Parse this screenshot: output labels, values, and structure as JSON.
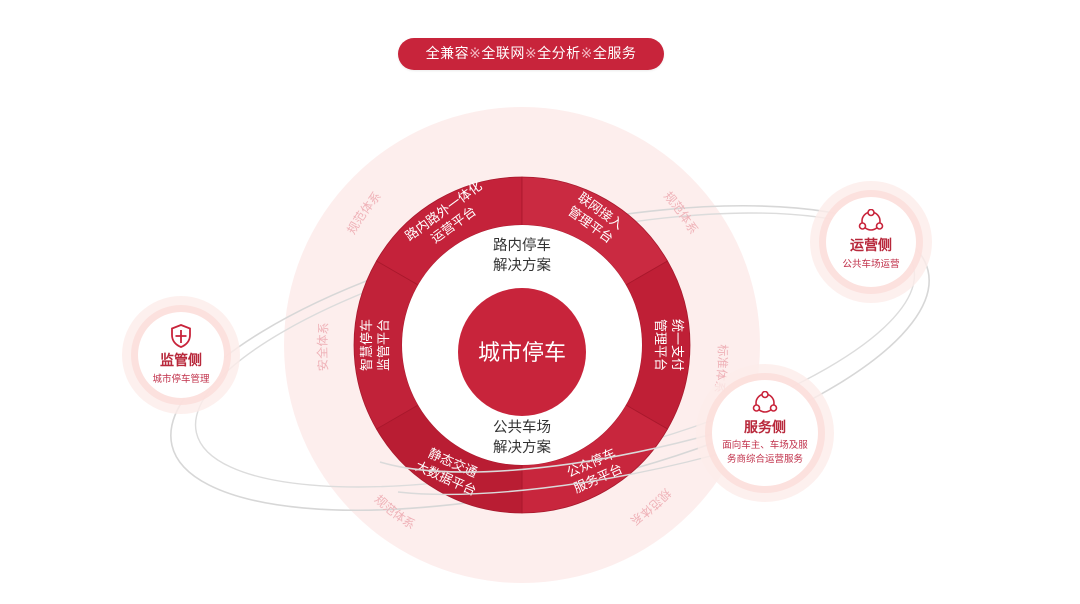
{
  "header": {
    "pill_parts": [
      "全兼容",
      "全联网",
      "全分析",
      "全服务"
    ],
    "separator": "※"
  },
  "center": {
    "title": "城市停车"
  },
  "inner_ring": {
    "top_label": [
      "路内停车",
      "解决方案"
    ],
    "bottom_label": [
      "公共车场",
      "解决方案"
    ]
  },
  "segments": [
    {
      "lines": [
        "路内路外一体化",
        "运营平台"
      ]
    },
    {
      "lines": [
        "联网接入",
        "管理平台"
      ]
    },
    {
      "lines": [
        "统一支付",
        "管理平台"
      ]
    },
    {
      "lines": [
        "公众停车",
        "服务平台"
      ]
    },
    {
      "lines": [
        "静态交通",
        "大数据平台"
      ]
    },
    {
      "lines": [
        "智慧停车",
        "监管平台"
      ]
    }
  ],
  "outer_labels": [
    "规范体系",
    "规范体系",
    "标准体系",
    "规范体系",
    "规范体系",
    "安全体系"
  ],
  "satellites": {
    "supervision": {
      "title": "监管侧",
      "subtitle": "城市停车管理",
      "icon": "shield-icon"
    },
    "operation": {
      "title": "运营侧",
      "subtitle": "公共车场运营",
      "icon": "people-network-icon"
    },
    "service": {
      "title": "服务侧",
      "subtitle_lines": [
        "面向车主、车场及服",
        "务商综合运营服务"
      ],
      "icon": "people-network-icon"
    }
  },
  "colors": {
    "primary_red": "#c8243b",
    "dark_red": "#b01e33",
    "light_pink": "#fdeeed",
    "ring_pink": "#f7d4d0",
    "orbit_gray": "#d7d7d7",
    "outer_text": "#efb2b8"
  }
}
